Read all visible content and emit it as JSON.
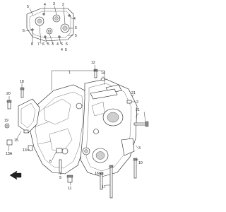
{
  "diagram": {
    "callouts": {
      "c1": "1",
      "c5a": "5",
      "c4a": "4",
      "c3a": "3",
      "c2a": "2",
      "c6a": "6",
      "c4b": "4",
      "c5b": "5",
      "c5c": "5",
      "c6b": "6",
      "c7a": "7",
      "c6c": "6",
      "c5d": "5",
      "c3b": "3",
      "c4c": "4",
      "c5e": "5",
      "c5f": "5",
      "c4d": "4",
      "c5g": "5",
      "c12": "12",
      "c14": "14",
      "c20": "20",
      "c18": "18",
      "c19": "19",
      "c15": "15",
      "c13a": "13A",
      "c13": "13",
      "c21a": "21",
      "c2b": "2",
      "c21b": "21",
      "c3c": "3",
      "c8": "8",
      "c9": "9",
      "c10": "10",
      "c11": "11",
      "c16": "16",
      "c17": "17"
    },
    "icons": [
      "front-arrow-icon"
    ]
  }
}
